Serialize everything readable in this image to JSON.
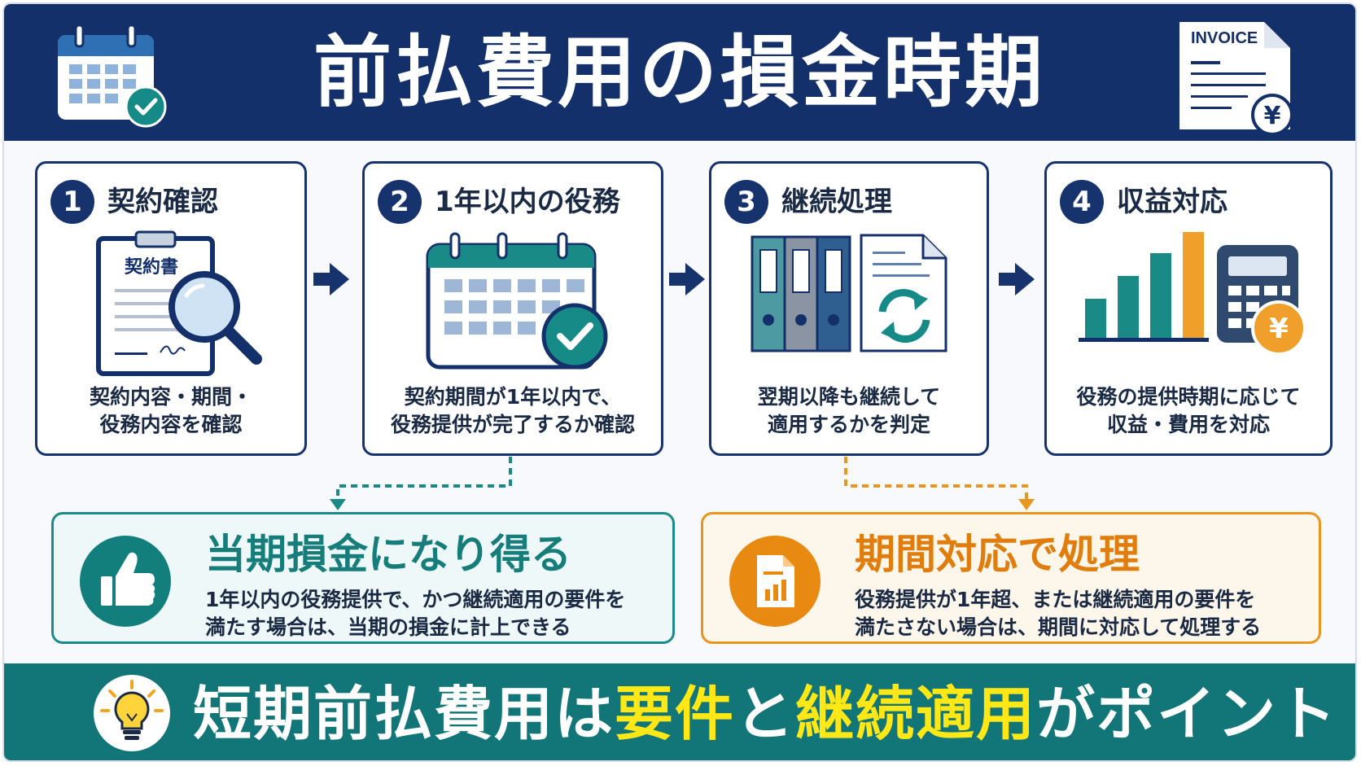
{
  "header": {
    "title": "前払費用の損金時期",
    "invoice_label": "INVOICE",
    "yen_symbol": "¥"
  },
  "steps": [
    {
      "number": "1",
      "title": "契約確認",
      "doc_label": "契約書",
      "desc_line1": "契約内容・期間・",
      "desc_line2": "役務内容を確認"
    },
    {
      "number": "2",
      "title": "1年以内の役務",
      "desc_line1": "契約期間が1年以内で、",
      "desc_line2": "役務提供が完了するか確認"
    },
    {
      "number": "3",
      "title": "継続処理",
      "desc_line1": "翌期以降も継続して",
      "desc_line2": "適用するかを判定"
    },
    {
      "number": "4",
      "title": "収益対応",
      "yen_symbol": "¥",
      "desc_line1": "役務の提供時期に応じて",
      "desc_line2": "収益・費用を対応"
    }
  ],
  "results": {
    "green": {
      "title": "当期損金になり得る",
      "desc_line1": "1年以内の役務提供で、かつ継続適用の要件を",
      "desc_line2": "満たす場合は、当期の損金に計上できる",
      "icon": "thumbs-up-icon"
    },
    "orange": {
      "title": "期間対応で処理",
      "desc_line1": "役務提供が1年超、または継続適用の要件を",
      "desc_line2": "満たさない場合は、期間に対応して処理する",
      "icon": "report-document-icon"
    }
  },
  "footer": {
    "part1": "短期前払費用は",
    "highlight1": "要件",
    "part2": "と",
    "highlight2": "継続適用",
    "part3": "がポイント",
    "icon": "lightbulb-icon"
  },
  "colors": {
    "navy": "#14306a",
    "teal": "#127577",
    "orange": "#e88a12",
    "highlight_yellow": "#ffe816"
  }
}
